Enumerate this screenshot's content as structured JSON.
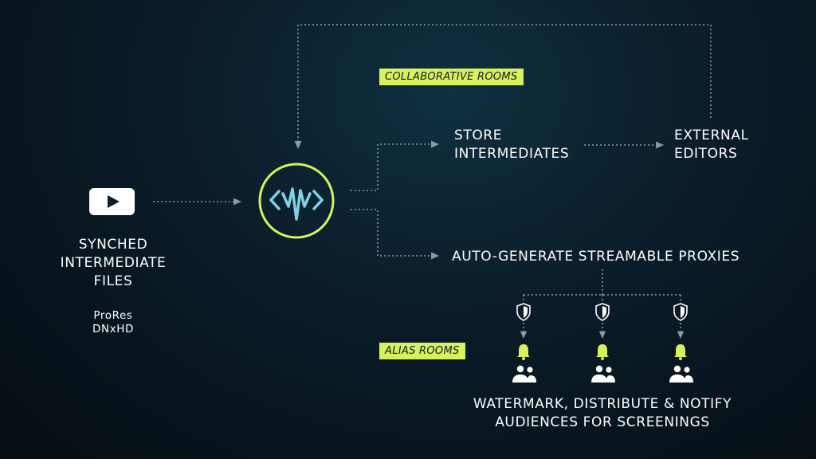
{
  "tags": {
    "collaborative": "COLLABORATIVE ROOMS",
    "alias": "ALIAS ROOMS"
  },
  "source": {
    "title_lines": [
      "SYNCHED",
      "INTERMEDIATE",
      "FILES"
    ],
    "formats": [
      "ProRes",
      "DNxHD"
    ],
    "icon": "play-video-icon"
  },
  "hub": {
    "icon": "waveform-logo-icon"
  },
  "store": {
    "lines": [
      "STORE",
      "INTERMEDIATES"
    ]
  },
  "editors": {
    "lines": [
      "EXTERNAL",
      "EDITORS"
    ]
  },
  "proxies": {
    "label": "AUTO-GENERATE STREAMABLE PROXIES"
  },
  "distribution": {
    "lines": [
      "WATERMARK, DISTRIBUTE & NOTIFY",
      "AUDIENCES FOR SCREENINGS"
    ],
    "icons": [
      "shield-icon",
      "bell-icon",
      "people-icon"
    ]
  },
  "colors": {
    "accent": "#d7f25d",
    "connector": "#8a9aa3",
    "text": "#ffffff"
  }
}
